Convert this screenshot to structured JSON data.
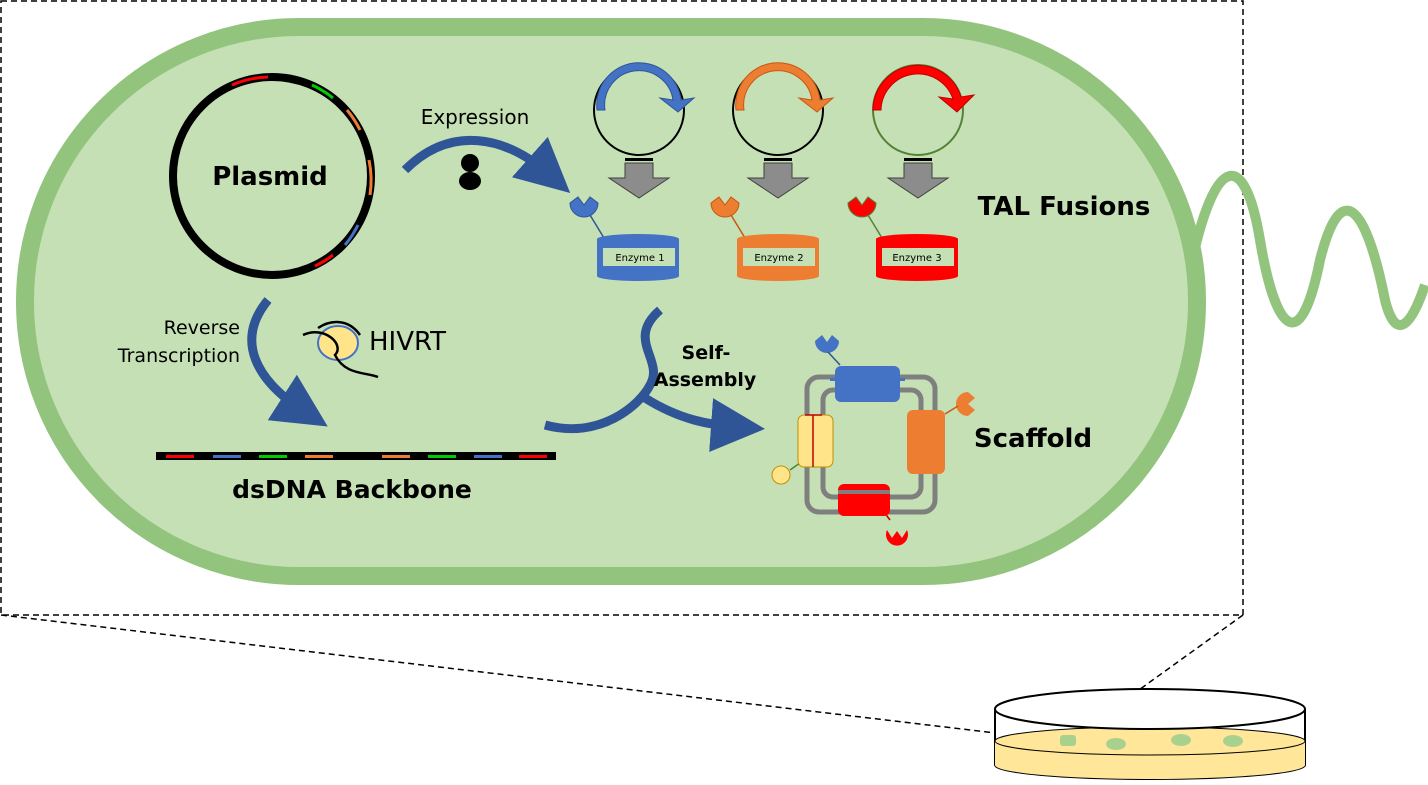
{
  "labels": {
    "plasmid": "Plasmid",
    "expression": "Expression",
    "tal_fusions": "TAL Fusions",
    "enzyme1": "Enzyme 1",
    "enzyme2": "Enzyme 2",
    "enzyme3": "Enzyme 3",
    "reverse": "Reverse",
    "transcription": "Transcription",
    "hivrt": "HIVRT",
    "self": "Self-",
    "assembly": "Assembly",
    "scaffold": "Scaffold",
    "dsdna_backbone": "dsDNA Backbone"
  },
  "colors": {
    "cell_fill": "#c5e0b4",
    "cell_border": "#93c47d",
    "arrow": "#2f5597",
    "blue": "#4472c4",
    "orange": "#ed7d31",
    "red": "#ff0000",
    "green": "#00cc00",
    "yellow": "#ffe48a",
    "gray": "#808080",
    "dish_fill": "#ffe699"
  }
}
